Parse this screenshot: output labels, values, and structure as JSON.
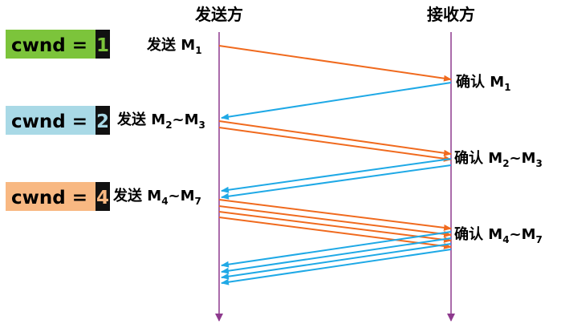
{
  "headers": {
    "sender": "发送方",
    "receiver": "接收方"
  },
  "colors": {
    "timeline": "#8e3a8e",
    "send_arrow": "#f06a1e",
    "ack_arrow": "#1fa9e6",
    "cwnd1_bg": "#7cc43b",
    "cwnd2_bg": "#a9d9e6",
    "cwnd4_bg": "#f8b882",
    "cwnd_num_bg": "#111111"
  },
  "rounds": [
    {
      "cwnd_label": "cwnd =",
      "cwnd_value": "1",
      "send_prefix": "发送 M",
      "send_sub_1": "1",
      "send_range_sep": "",
      "send_sub_2": "",
      "ack_prefix": "确认 M",
      "ack_sub_1": "1",
      "ack_range_sep": "",
      "ack_sub_2": "",
      "segments": 1
    },
    {
      "cwnd_label": "cwnd =",
      "cwnd_value": "2",
      "send_prefix": "发送 M",
      "send_sub_1": "2",
      "send_range_sep": "~M",
      "send_sub_2": "3",
      "ack_prefix": "确认 M",
      "ack_sub_1": "2",
      "ack_range_sep": "~M",
      "ack_sub_2": "3",
      "segments": 2
    },
    {
      "cwnd_label": "cwnd =",
      "cwnd_value": "4",
      "send_prefix": "发送 M",
      "send_sub_1": "4",
      "send_range_sep": "~M",
      "send_sub_2": "7",
      "ack_prefix": "确认 M",
      "ack_sub_1": "4",
      "ack_range_sep": "~M",
      "ack_sub_2": "7",
      "segments": 4
    }
  ]
}
